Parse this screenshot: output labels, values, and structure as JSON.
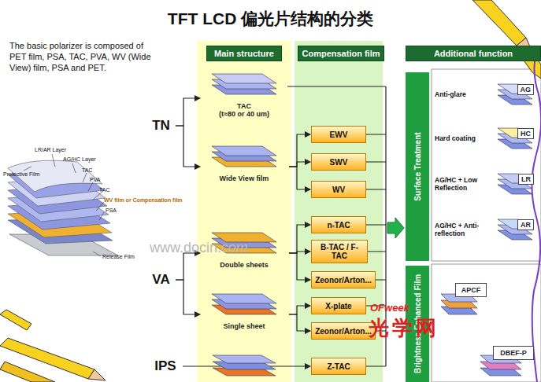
{
  "diagram": {
    "title": "TFT LCD 偏光片结构的分类",
    "nodes": [
      {
        "text": [
          "Main structure"
        ]
      },
      {
        "text": [
          "Compensation film"
        ]
      },
      {
        "text": [
          "Additional function"
        ]
      },
      {
        "text": [
          "TN"
        ]
      },
      {
        "text": [
          "VA"
        ]
      },
      {
        "text": [
          "IPS"
        ]
      },
      {
        "text": [
          "TAC",
          "(t≈80 or 40 um)"
        ]
      },
      {
        "text": [
          "Wide View film"
        ]
      },
      {
        "text": [
          "Double sheets"
        ]
      },
      {
        "text": [
          "Single sheet"
        ]
      },
      {
        "text": [
          "EWV"
        ]
      },
      {
        "text": [
          "SWV"
        ]
      },
      {
        "text": [
          "WV"
        ]
      },
      {
        "text": [
          "n-TAC"
        ]
      },
      {
        "text": [
          "B-TAC / F-TAC"
        ]
      },
      {
        "text": [
          "Zeonor/Arton..."
        ]
      },
      {
        "text": [
          "X-plate"
        ]
      },
      {
        "text": [
          "Zeonor/Arton..."
        ]
      },
      {
        "text": [
          "Z-TAC"
        ]
      },
      {
        "text": [
          "Surface Treatment"
        ]
      },
      {
        "text": [
          "Anti-glare",
          "AG"
        ]
      },
      {
        "text": [
          "Hard coating",
          "HC"
        ]
      },
      {
        "text": [
          "AG/HC + Low Reflection",
          "LR"
        ]
      },
      {
        "text": [
          "AG/HC + Anti-reflection",
          "AR"
        ]
      },
      {
        "text": [
          "Brightness Enhanced Film"
        ]
      },
      {
        "text": [
          "APCF"
        ]
      },
      {
        "text": [
          "DBEF-P"
        ]
      }
    ],
    "edges": [
      {
        "from": 3,
        "to": 6,
        "arrow": "to"
      },
      {
        "from": 3,
        "to": 7,
        "arrow": "to"
      },
      {
        "from": 7,
        "to": 10,
        "arrow": "to"
      },
      {
        "from": 7,
        "to": 11,
        "arrow": "to"
      },
      {
        "from": 7,
        "to": 12,
        "arrow": "to"
      },
      {
        "from": 4,
        "to": 8,
        "arrow": "to"
      },
      {
        "from": 4,
        "to": 9,
        "arrow": "to"
      },
      {
        "from": 8,
        "to": 13,
        "arrow": "to"
      },
      {
        "from": 8,
        "to": 14,
        "arrow": "to"
      },
      {
        "from": 8,
        "to": 15,
        "arrow": "to"
      },
      {
        "from": 9,
        "to": 16,
        "arrow": "to"
      },
      {
        "from": 9,
        "to": 17,
        "arrow": "to"
      },
      {
        "from": 5,
        "to": 18,
        "arrow": "to"
      }
    ],
    "labels": [
      "The basic polarizer is composed of PET film, PSA, TAC, PVA, WV (Wide View) film, PSA and PET.",
      "Protective Film",
      "LR/AR Layer",
      "AG/HC Layer",
      "TAC",
      "PVA",
      "TAC",
      "WV film or Compensation film",
      "PSA",
      "Release Film",
      "www.docin.com",
      "OFweek",
      "光学网"
    ]
  }
}
